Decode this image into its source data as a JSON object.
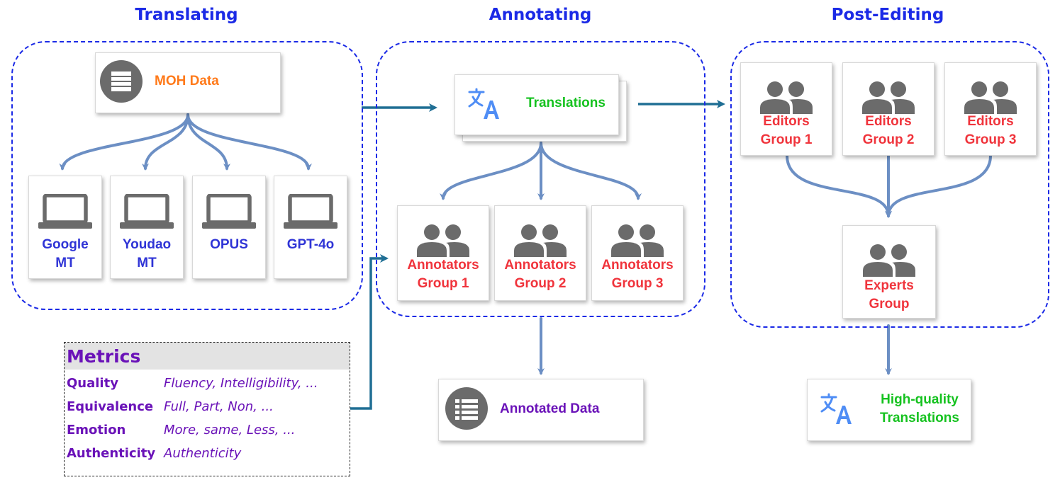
{
  "stages": {
    "translating": "Translating",
    "annotating": "Annotating",
    "post_editing": "Post-Editing"
  },
  "source": {
    "label": "MOH Data",
    "icon": "database-icon"
  },
  "mt_systems": [
    {
      "line1": "Google",
      "line2": "MT",
      "icon": "laptop-icon"
    },
    {
      "line1": "Youdao",
      "line2": "MT",
      "icon": "laptop-icon"
    },
    {
      "line1": "OPUS",
      "line2": "",
      "icon": "laptop-icon"
    },
    {
      "line1": "GPT-4o",
      "line2": "",
      "icon": "laptop-icon"
    }
  ],
  "translations": {
    "label": "Translations",
    "icon": "translate-icon"
  },
  "annotators": [
    {
      "line1": "Annotators",
      "line2": "Group 1",
      "icon": "people-icon"
    },
    {
      "line1": "Annotators",
      "line2": "Group 2",
      "icon": "people-icon"
    },
    {
      "line1": "Annotators",
      "line2": "Group 3",
      "icon": "people-icon"
    }
  ],
  "annotated_data": {
    "label": "Annotated Data",
    "icon": "list-icon"
  },
  "editors": [
    {
      "line1": "Editors",
      "line2": "Group 1",
      "icon": "people-icon"
    },
    {
      "line1": "Editors",
      "line2": "Group 2",
      "icon": "people-icon"
    },
    {
      "line1": "Editors",
      "line2": "Group 3",
      "icon": "people-icon"
    }
  ],
  "experts": {
    "line1": "Experts",
    "line2": "Group",
    "icon": "people-icon"
  },
  "final_output": {
    "line1": "High-quality",
    "line2": "Translations",
    "icon": "translate-icon"
  },
  "metrics": {
    "title": "Metrics",
    "rows": [
      {
        "name": "Quality",
        "values": "Fluency, Intelligibility, ..."
      },
      {
        "name": "Equivalence",
        "values": "Full, Part, Non, ..."
      },
      {
        "name": "Emotion",
        "values": "More, same, Less, ..."
      },
      {
        "name": "Authenticity",
        "values": "Authenticity"
      }
    ]
  },
  "colors": {
    "stage_border": "#1b2ae6",
    "arrow_light": "#6c8fc4",
    "arrow_dark": "#1f6e94",
    "mt_label": "#2f34d6",
    "group_label": "#f0343c",
    "translation_label": "#15c21f",
    "source_label": "#ff7a1a",
    "metrics_text": "#6a12b8",
    "icon_gray": "#6b6b6b"
  }
}
